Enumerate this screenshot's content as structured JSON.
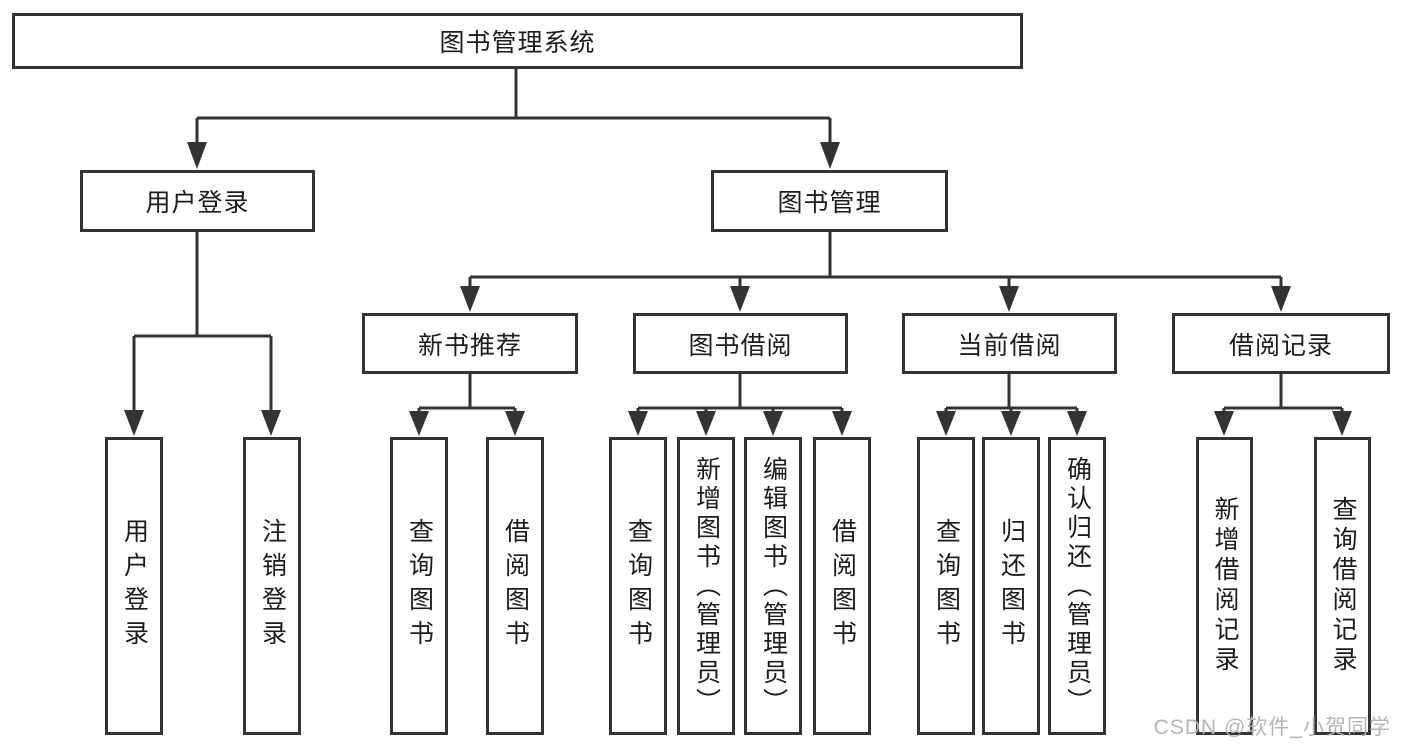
{
  "diagram": {
    "root": "图书管理系统",
    "user_login": {
      "label": "用户登录",
      "children": [
        "用户登录",
        "注销登录"
      ]
    },
    "book_mgmt": {
      "label": "图书管理",
      "groups": [
        {
          "label": "新书推荐",
          "children": [
            "查询图书",
            "借阅图书"
          ]
        },
        {
          "label": "图书借阅",
          "children": [
            "查询图书",
            "新增图书（管理员）",
            "编辑图书（管理员）",
            "借阅图书"
          ]
        },
        {
          "label": "当前借阅",
          "children": [
            "查询图书",
            "归还图书",
            "确认归还（管理员）"
          ]
        },
        {
          "label": "借阅记录",
          "children": [
            "新增借阅记录",
            "查询借阅记录"
          ]
        }
      ]
    }
  },
  "watermark": "CSDN @软件_小贺同学",
  "colors": {
    "line": "#333333",
    "box_border": "#333333",
    "box_fill": "#ffffff",
    "text": "#1c1c1c",
    "watermark": "#b5b5b5"
  }
}
